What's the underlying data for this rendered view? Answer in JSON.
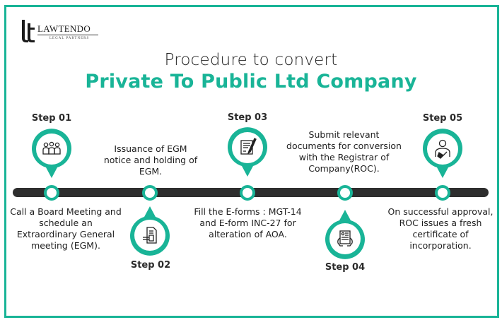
{
  "logo": {
    "name": "LAWTENDO",
    "tagline": "LEGAL PARTNERS"
  },
  "title": {
    "line1": "Procedure to convert",
    "line2": "Private To Public Ltd Company"
  },
  "colors": {
    "accent": "#19b497",
    "timeline": "#2e2e2e",
    "text": "#1e1e1e"
  },
  "steps": [
    {
      "label": "Step 01",
      "icon": "meeting-people-icon",
      "position": "above",
      "description": "Call a Board Meeting and schedule an Extraordinary General meeting (EGM)."
    },
    {
      "label": "Step 02",
      "icon": "notice-document-icon",
      "position": "below",
      "description": "Issuance of EGM notice and holding of EGM."
    },
    {
      "label": "Step 03",
      "icon": "form-signing-icon",
      "position": "above",
      "description": "Fill the E-forms : MGT-14 and E-form INC-27 for alteration of AOA."
    },
    {
      "label": "Step 04",
      "icon": "submit-documents-icon",
      "position": "below",
      "description": "Submit relevant documents for conversion with the Registrar of Company(ROC)."
    },
    {
      "label": "Step 05",
      "icon": "certificate-approval-icon",
      "position": "above",
      "description": "On successful approval, ROC issues a fresh certificate of incorporation."
    }
  ]
}
